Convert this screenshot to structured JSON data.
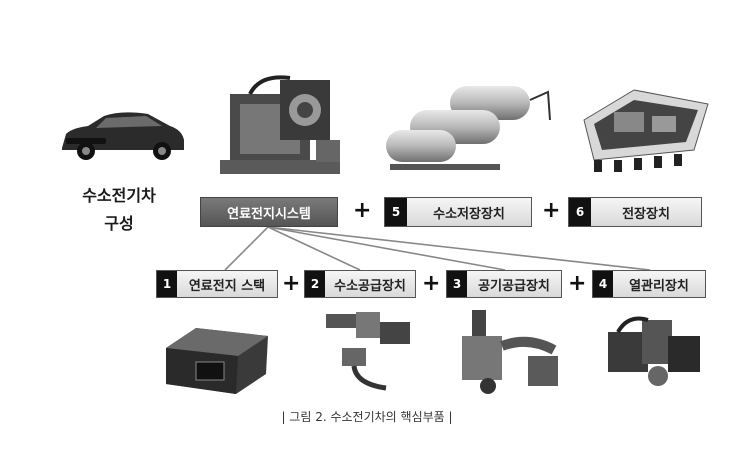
{
  "vehicle": {
    "title_line1": "수소전기차",
    "title_line2": "구성"
  },
  "systems": [
    {
      "num": "",
      "label": "연료전지시스템"
    },
    {
      "num": "5",
      "label": "수소저장장치"
    },
    {
      "num": "6",
      "label": "전장장치"
    }
  ],
  "components": [
    {
      "num": "1",
      "label": "연료전지 스택"
    },
    {
      "num": "2",
      "label": "수소공급장치"
    },
    {
      "num": "3",
      "label": "공기공급장치"
    },
    {
      "num": "4",
      "label": "열관리장치"
    }
  ],
  "plus_sign": "+",
  "caption": "| 그림 2. 수소전기차의 핵심부품 |",
  "colors": {
    "box_dark": "#666666",
    "number_tab": "#111111",
    "box_light": "#e4e4e4",
    "connector": "#888888"
  },
  "icons": [
    "car-image",
    "fuel-cell-system-image",
    "hydrogen-tank-image",
    "electric-device-image",
    "stack-image",
    "h2-supply-image",
    "air-supply-image",
    "thermal-image"
  ]
}
